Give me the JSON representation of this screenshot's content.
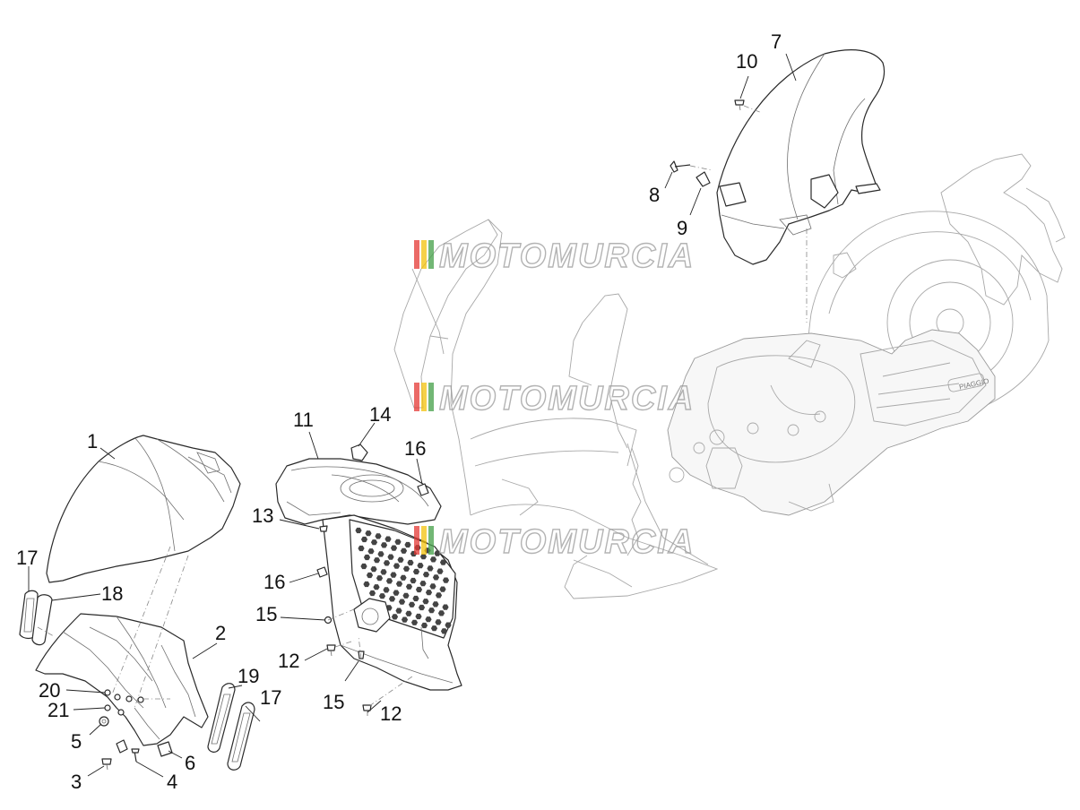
{
  "diagram": {
    "callouts": [
      {
        "id": "c1",
        "label": "1"
      },
      {
        "id": "c2",
        "label": "2"
      },
      {
        "id": "c3",
        "label": "3"
      },
      {
        "id": "c4",
        "label": "4"
      },
      {
        "id": "c5",
        "label": "5"
      },
      {
        "id": "c6",
        "label": "6"
      },
      {
        "id": "c7",
        "label": "7"
      },
      {
        "id": "c8",
        "label": "8"
      },
      {
        "id": "c9",
        "label": "9"
      },
      {
        "id": "c10",
        "label": "10"
      },
      {
        "id": "c11",
        "label": "11"
      },
      {
        "id": "c12a",
        "label": "12"
      },
      {
        "id": "c12b",
        "label": "12"
      },
      {
        "id": "c13",
        "label": "13"
      },
      {
        "id": "c14",
        "label": "14"
      },
      {
        "id": "c15a",
        "label": "15"
      },
      {
        "id": "c15b",
        "label": "15"
      },
      {
        "id": "c16a",
        "label": "16"
      },
      {
        "id": "c16b",
        "label": "16"
      },
      {
        "id": "c17a",
        "label": "17"
      },
      {
        "id": "c17b",
        "label": "17"
      },
      {
        "id": "c18",
        "label": "18"
      },
      {
        "id": "c19",
        "label": "19"
      },
      {
        "id": "c20",
        "label": "20"
      },
      {
        "id": "c21",
        "label": "21"
      }
    ],
    "watermark": {
      "text": "MOTOMURCIA",
      "colors": [
        "#e53935",
        "#f4c20d",
        "#43a047"
      ]
    },
    "engine_badge": "PIAGGIO"
  }
}
